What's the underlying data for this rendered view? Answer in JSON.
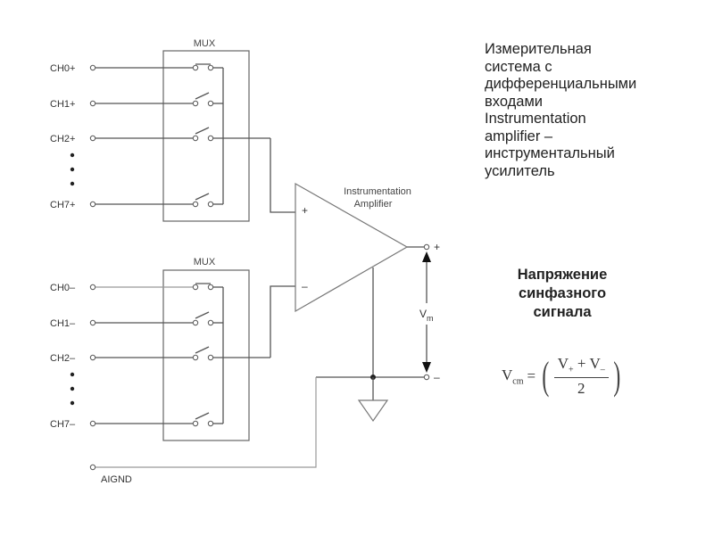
{
  "diagram": {
    "mux_top": {
      "label": "MUX",
      "channels": [
        "CH0+",
        "CH1+",
        "CH2+",
        "CH7+"
      ]
    },
    "mux_bottom": {
      "label": "MUX",
      "channels": [
        "CH0–",
        "CH1–",
        "CH2–",
        "CH7–"
      ]
    },
    "amplifier": {
      "label_line1": "Instrumentation",
      "label_line2": "Amplifier",
      "plus_sign": "+",
      "minus_sign": "–"
    },
    "output": {
      "plus": "+",
      "minus": "–",
      "vm_label": "V",
      "vm_sub": "m"
    },
    "ground_label": "AIGND"
  },
  "description": {
    "lines": [
      "Измерительная",
      "система с",
      "дифференциальными",
      "входами",
      "Instrumentation",
      "amplifier –",
      "инструментальный",
      "усилитель"
    ]
  },
  "common_mode": {
    "title_lines": [
      "Напряжение",
      "синфазного",
      "сигнала"
    ],
    "formula": {
      "lhs": "V",
      "lhs_sub": "cm",
      "equals": "=",
      "num_v1": "V",
      "num_sub1": "+",
      "num_op": "+",
      "num_v2": "V",
      "num_sub2": "–",
      "den": "2"
    }
  }
}
